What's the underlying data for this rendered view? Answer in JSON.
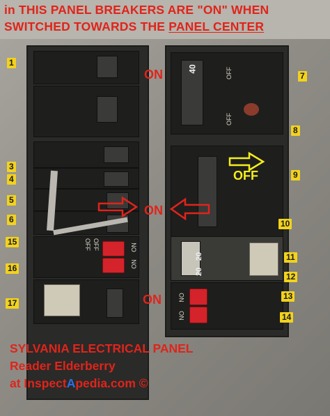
{
  "header": {
    "line1": "in THIS PANEL BREAKERS ARE \"ON\" WHEN",
    "line2_prefix": "SWITCHED TOWARDS THE ",
    "line2_underlined": "PANEL CENTER"
  },
  "left_tags": [
    "1",
    "3",
    "4",
    "5",
    "6",
    "15",
    "16",
    "17"
  ],
  "right_tags": [
    "7",
    "8",
    "9",
    "10",
    "11",
    "12",
    "13",
    "14"
  ],
  "labels": {
    "on_1": "ON",
    "on_2": "ON",
    "on_3": "ON",
    "off_1": "OFF"
  },
  "breaker_text": {
    "rating_40": "40",
    "rating_20a": "20",
    "rating_20b": "20",
    "off_a": "OFF",
    "off_b": "OFF",
    "off_c": "OFF",
    "off_d": "OFF",
    "no_a": "NO",
    "no_b": "NO",
    "no_c": "NO",
    "no_d": "NO"
  },
  "footer": {
    "line1": "SYLVANIA ELECTRICAL PANEL",
    "line2": "Reader Elderberry",
    "line3_a": "at Inspect",
    "line3_b": "A",
    "line3_c": "pedia.com ©"
  },
  "colors": {
    "annotation_red": "#e0241b",
    "annotation_yellow": "#f4ee1c",
    "tag_yellow": "#f2d21d",
    "watermark_blue": "#2c6ee6"
  }
}
